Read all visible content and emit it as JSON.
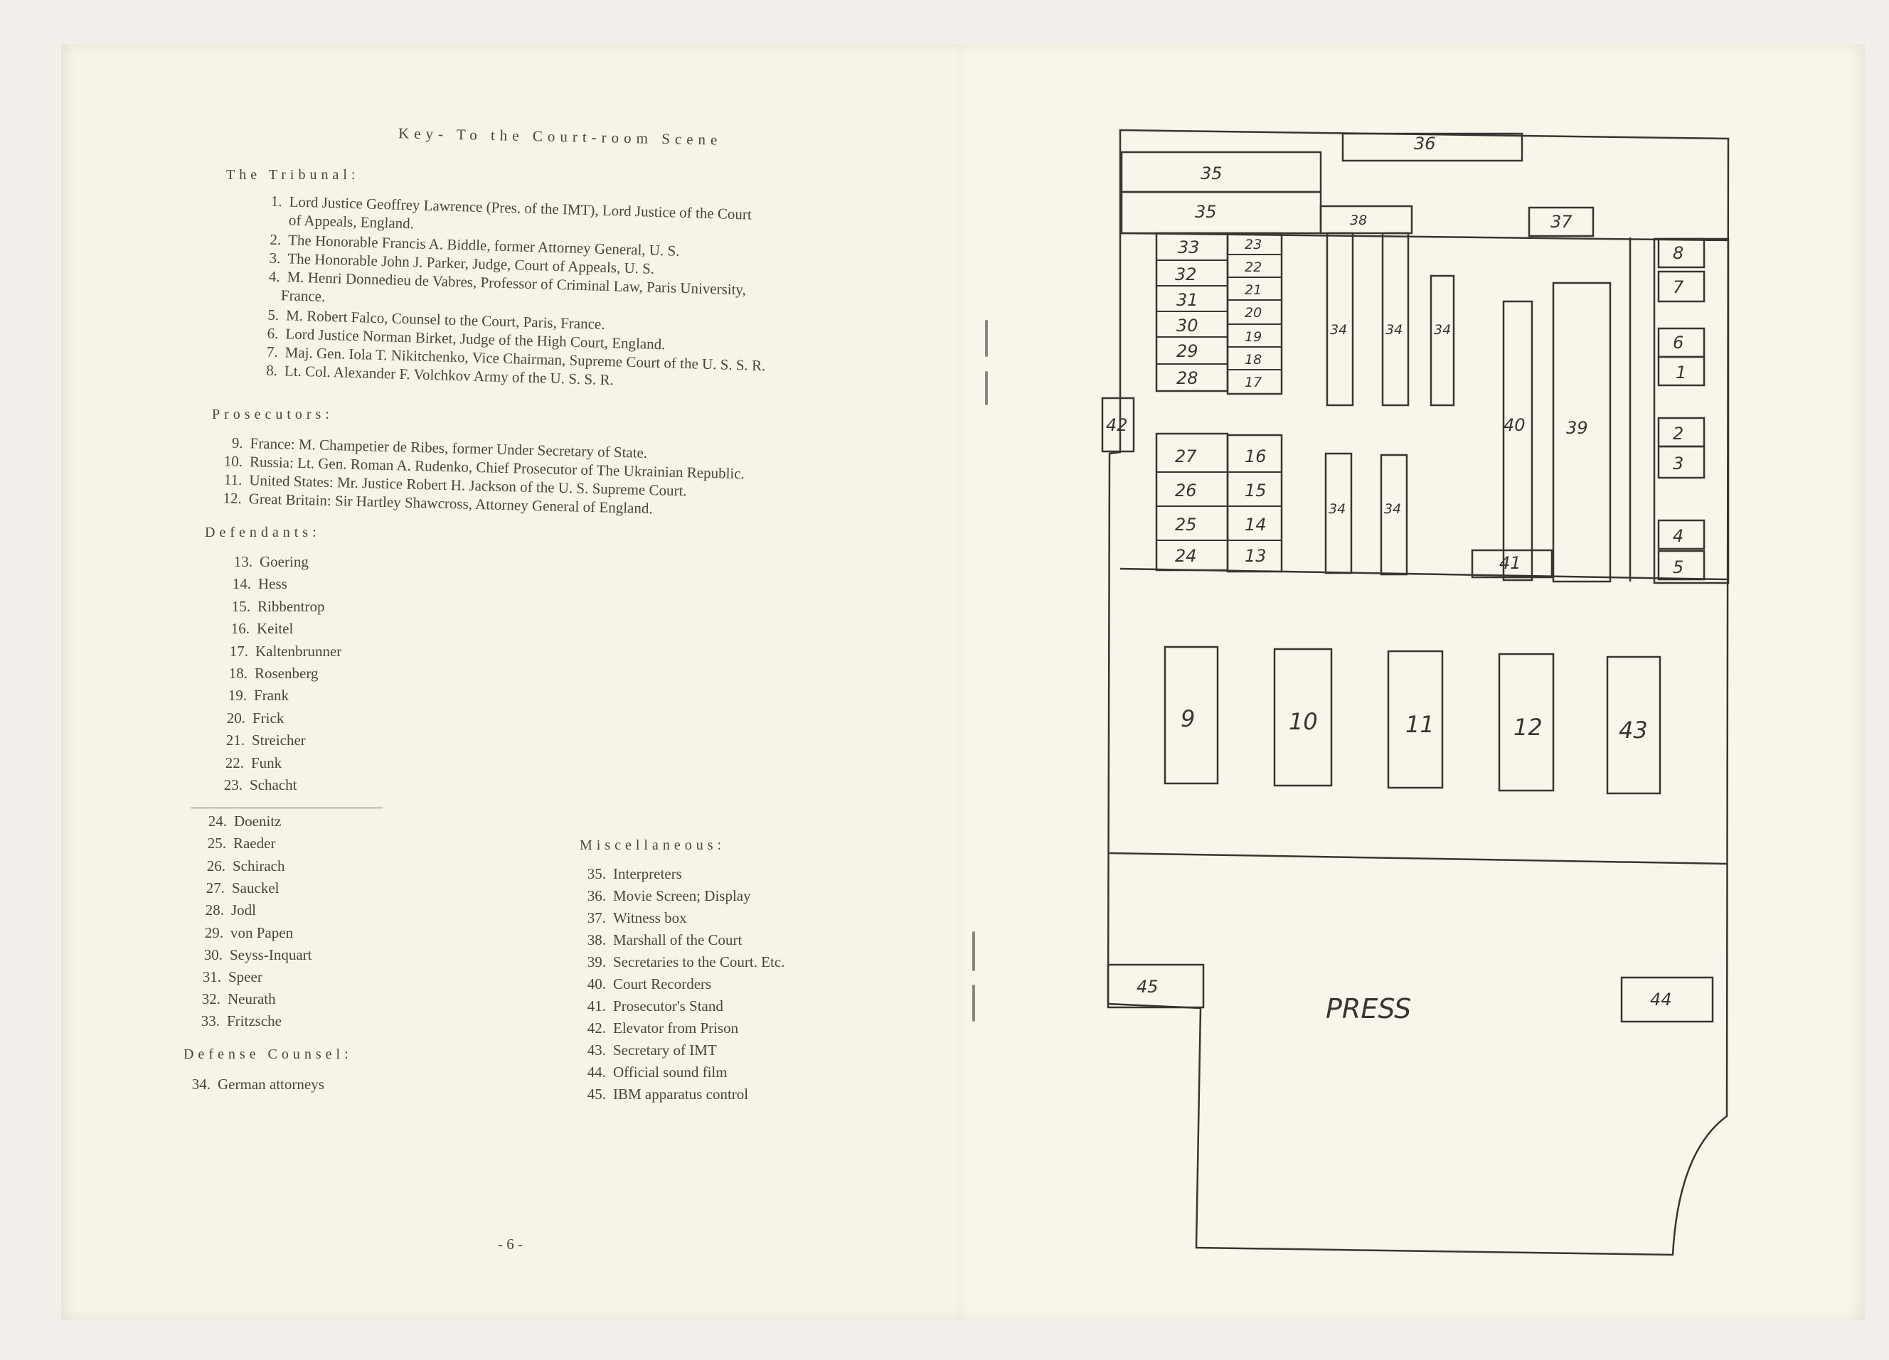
{
  "key_title": "Key- To the Court-room Scene",
  "sections": {
    "tribunal": {
      "heading": "The Tribunal:",
      "items": [
        {
          "num": "1.",
          "lines": [
            "Lord Justice Geoffrey Lawrence (Pres. of the IMT), Lord Justice of the Court",
            "of Appeals, England."
          ]
        },
        {
          "num": "2.",
          "lines": [
            "The Honorable Francis A. Biddle, former Attorney General, U. S."
          ]
        },
        {
          "num": "3.",
          "lines": [
            "The Honorable John J. Parker, Judge, Court of Appeals, U. S."
          ]
        },
        {
          "num": "4.",
          "lines": [
            "M. Henri Donnedieu de Vabres, Professor of Criminal Law, Paris University,",
            "France."
          ]
        },
        {
          "num": "5.",
          "lines": [
            "M. Robert Falco, Counsel to the Court, Paris, France."
          ]
        },
        {
          "num": "6.",
          "lines": [
            "Lord Justice Norman Birket, Judge of the High Court, England."
          ]
        },
        {
          "num": "7.",
          "lines": [
            "Maj. Gen. Iola T. Nikitchenko, Vice Chairman, Supreme Court of the U. S. S. R."
          ]
        },
        {
          "num": "8.",
          "lines": [
            "Lt. Col. Alexander F. Volchkov Army of the U. S. S. R."
          ]
        }
      ]
    },
    "prosecutors": {
      "heading": "Prosecutors:",
      "items": [
        {
          "num": "9.",
          "text": "France: M. Champetier de Ribes, former Under Secretary of State."
        },
        {
          "num": "10.",
          "text": "Russia: Lt. Gen. Roman A. Rudenko, Chief Prosecutor of The Ukrainian Republic."
        },
        {
          "num": "11.",
          "text": "United States: Mr. Justice Robert H. Jackson of the U. S. Supreme Court."
        },
        {
          "num": "12.",
          "text": "Great Britain: Sir Hartley Shawcross, Attorney General of England."
        }
      ]
    },
    "defendants": {
      "heading": "Defendants:",
      "items": [
        {
          "num": "13.",
          "text": "Goering"
        },
        {
          "num": "14.",
          "text": "Hess"
        },
        {
          "num": "15.",
          "text": "Ribbentrop"
        },
        {
          "num": "16.",
          "text": "Keitel"
        },
        {
          "num": "17.",
          "text": "Kaltenbrunner"
        },
        {
          "num": "18.",
          "text": "Rosenberg"
        },
        {
          "num": "19.",
          "text": "Frank"
        },
        {
          "num": "20.",
          "text": "Frick"
        },
        {
          "num": "21.",
          "text": "Streicher"
        },
        {
          "num": "22.",
          "text": "Funk"
        },
        {
          "num": "23.",
          "text": "Schacht"
        },
        {
          "num": "24.",
          "text": "Doenitz"
        },
        {
          "num": "25.",
          "text": "Raeder"
        },
        {
          "num": "26.",
          "text": "Schirach"
        },
        {
          "num": "27.",
          "text": "Sauckel"
        },
        {
          "num": "28.",
          "text": "Jodl"
        },
        {
          "num": "29.",
          "text": "von Papen"
        },
        {
          "num": "30.",
          "text": "Seyss-Inquart"
        },
        {
          "num": "31.",
          "text": "Speer"
        },
        {
          "num": "32.",
          "text": "Neurath"
        },
        {
          "num": "33.",
          "text": "Fritzsche"
        }
      ]
    },
    "defense": {
      "heading": "Defense Counsel:",
      "items": [
        {
          "num": "34.",
          "text": "German attorneys"
        }
      ]
    },
    "misc": {
      "heading": "Miscellaneous:",
      "items": [
        {
          "num": "35.",
          "text": "Interpreters"
        },
        {
          "num": "36.",
          "text": "Movie Screen; Display"
        },
        {
          "num": "37.",
          "text": "Witness box"
        },
        {
          "num": "38.",
          "text": "Marshall of the Court"
        },
        {
          "num": "39.",
          "text": "Secretaries to the Court. Etc."
        },
        {
          "num": "40.",
          "text": "Court Recorders"
        },
        {
          "num": "41.",
          "text": "Prosecutor's Stand"
        },
        {
          "num": "42.",
          "text": "Elevator from Prison"
        },
        {
          "num": "43.",
          "text": "Secretary of IMT"
        },
        {
          "num": "44.",
          "text": "Official sound film"
        },
        {
          "num": "45.",
          "text": "IBM apparatus control"
        }
      ]
    }
  },
  "page_number": "- 6 -",
  "plan_labels": {
    "screen": "36",
    "interpreters_a": "35",
    "interpreters_b": "35",
    "marshall": "38",
    "witness": "37",
    "def_back": [
      "33",
      "32",
      "31",
      "30",
      "29",
      "28"
    ],
    "def_back_right": [
      "23",
      "22",
      "21",
      "20",
      "19",
      "18",
      "17"
    ],
    "def_front": [
      "27",
      "26",
      "25",
      "24"
    ],
    "def_front_right": [
      "16",
      "15",
      "14",
      "13"
    ],
    "counsel": [
      "34",
      "34",
      "34",
      "34",
      "34"
    ],
    "recorders": "40",
    "secretaries": "39",
    "prosecutor_stand": "41",
    "elevator": "42",
    "judges": [
      "8",
      "7",
      "6",
      "1",
      "2",
      "3",
      "4",
      "5"
    ],
    "tables": [
      "9",
      "10",
      "11",
      "12",
      "43"
    ],
    "press": "PRESS",
    "ibm": "45",
    "sound_film": "44"
  }
}
